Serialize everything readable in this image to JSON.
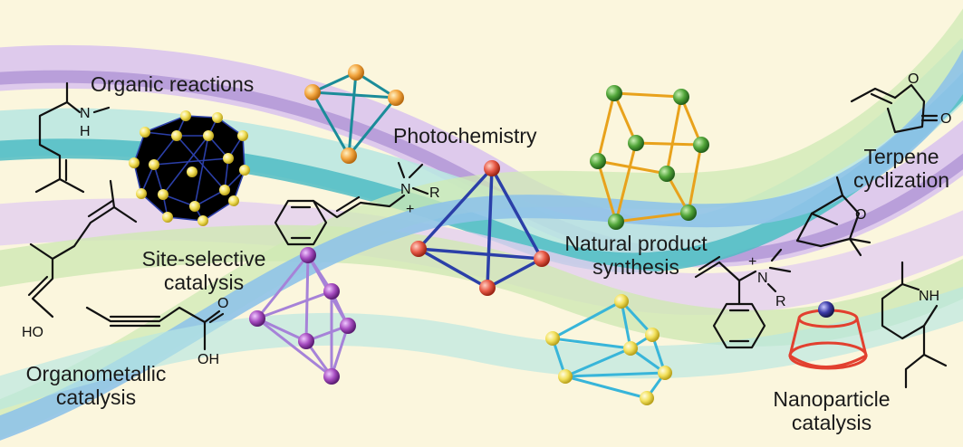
{
  "labels": {
    "organic_reactions": "Organic reactions",
    "photochemistry": "Photochemistry",
    "terpene_line1": "Terpene",
    "terpene_line2": "cyclization",
    "site_line1": "Site-selective",
    "site_line2": "catalysis",
    "natural_line1": "Natural product",
    "natural_line2": "synthesis",
    "organometallic_line1": "Organometallic",
    "organometallic_line2": "catalysis",
    "nanoparticle_line1": "Nanoparticle",
    "nanoparticle_line2": "catalysis"
  },
  "atoms": {
    "n": "N",
    "h": "H",
    "r": "R",
    "ho": "HO",
    "oh": "OH",
    "o": "O",
    "nh": "NH",
    "plus": "+"
  },
  "colors": {
    "background": "#fbf6dd",
    "band_purple": "#b9a0dc",
    "band_purple_light": "#e3cff0",
    "band_teal": "#56bfc6",
    "band_teal_light": "#b7e6e2",
    "band_blue": "#8fc3e8",
    "band_green": "#cfe9b4",
    "orange_node": "#f3a640",
    "yellow_node": "#f2e05a",
    "green_node": "#52a63a",
    "red_node": "#e85a47",
    "purple_node": "#a64cc0",
    "cluster_blue": "#2b3fa8",
    "cluster_teal": "#1b8c99",
    "cluster_gold": "#e8a21c",
    "cluster_purple": "#a682d8",
    "cluster_cyan": "#38b5d9",
    "cone_red": "#e2402f"
  }
}
